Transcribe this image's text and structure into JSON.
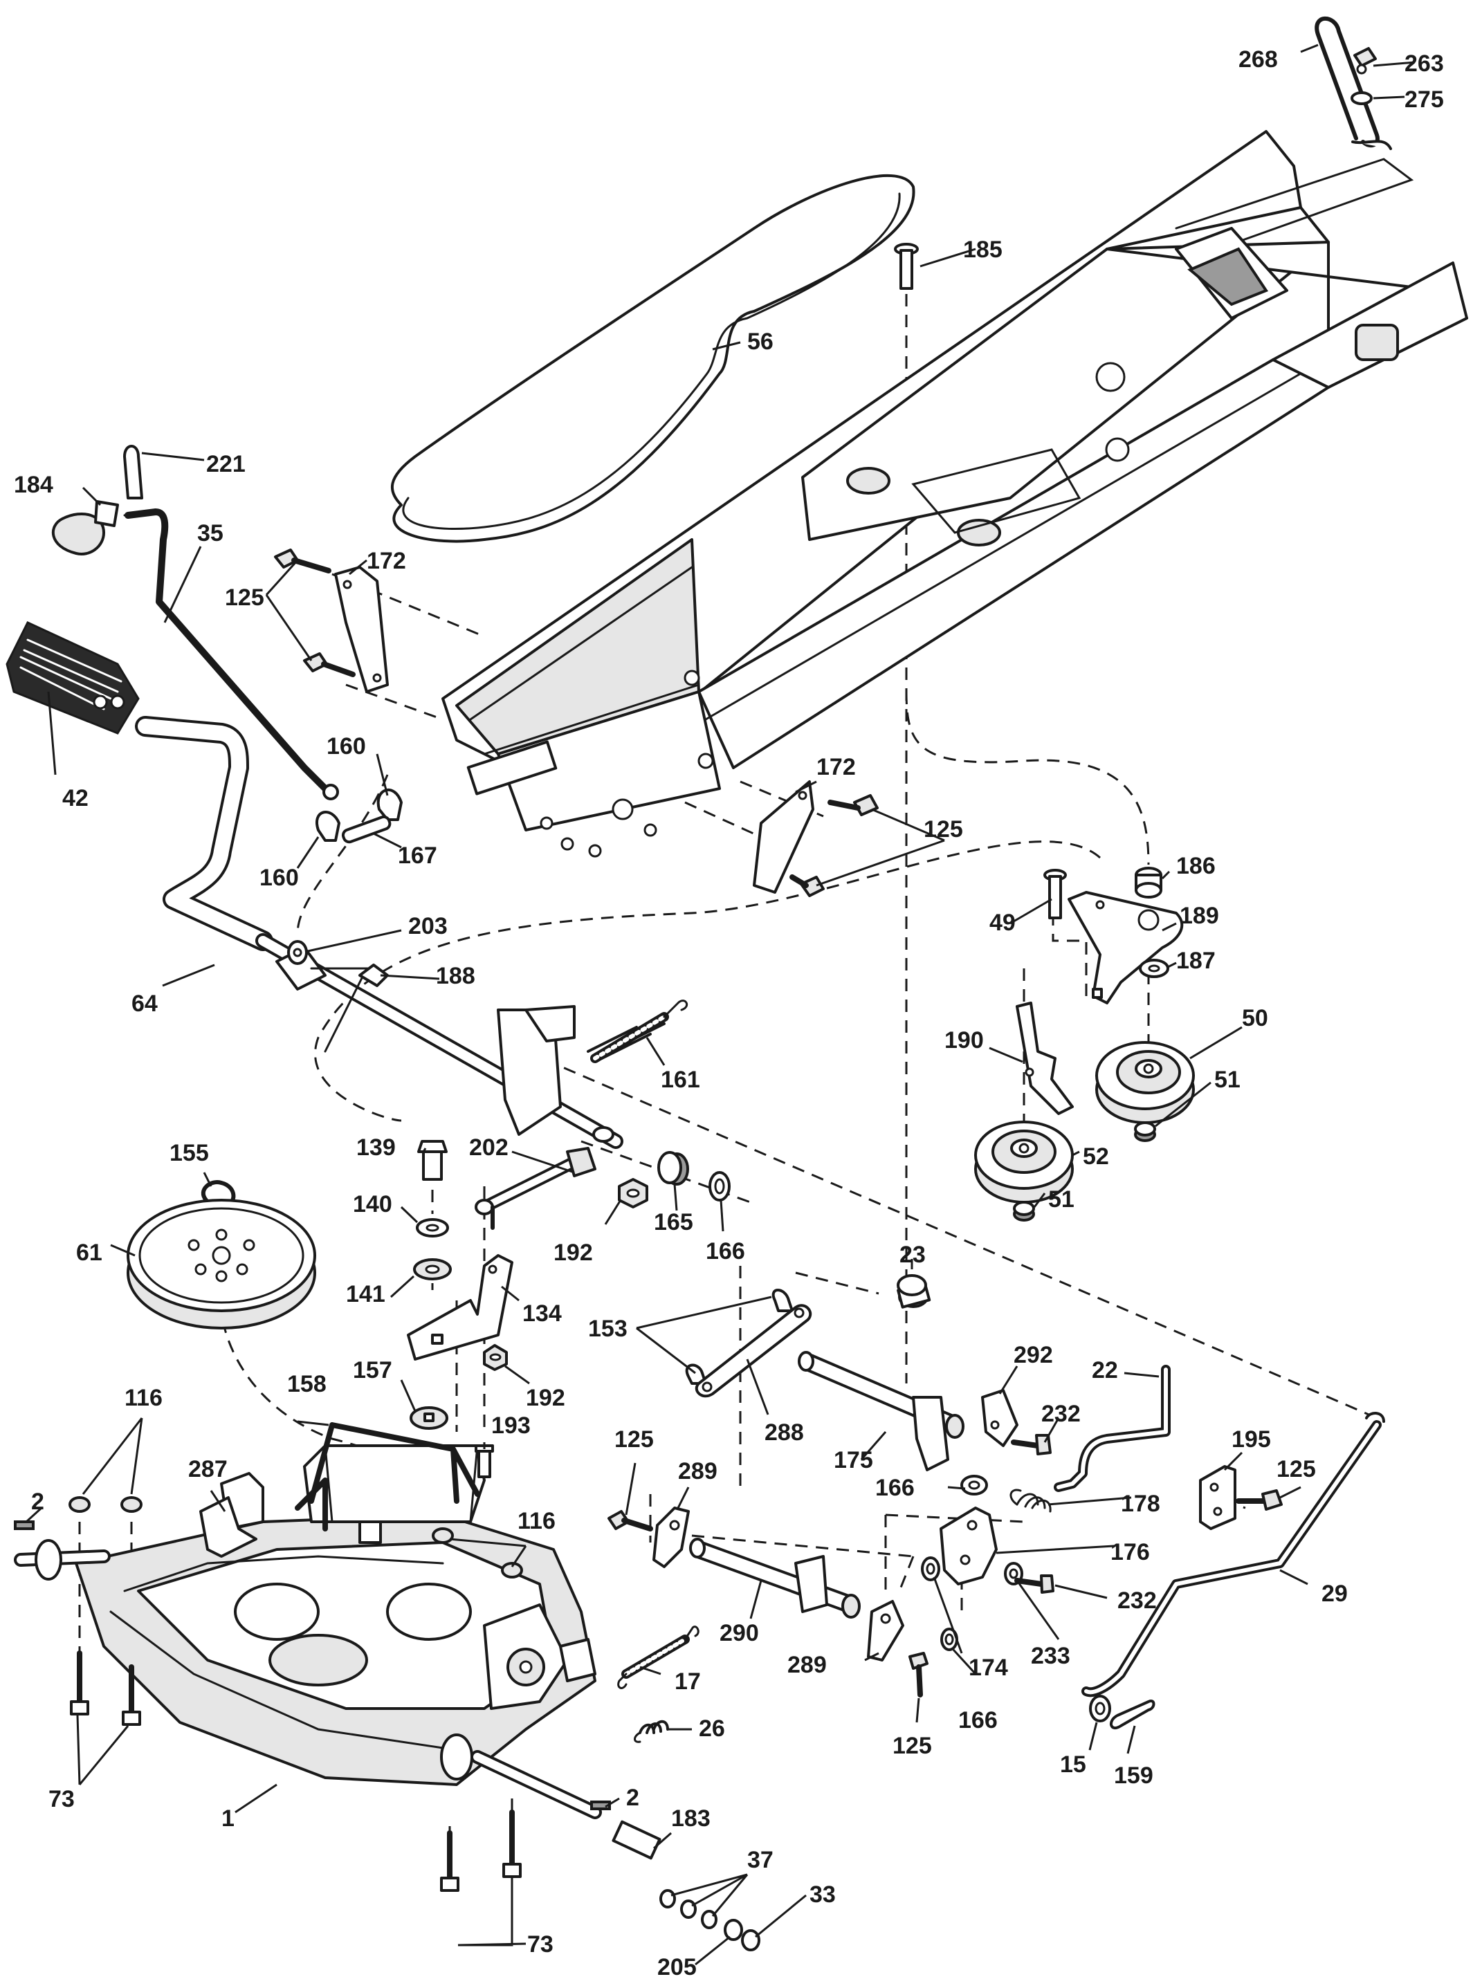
{
  "callouts": [
    {
      "id": "c268",
      "text": "268"
    },
    {
      "id": "c263",
      "text": "263"
    },
    {
      "id": "c275",
      "text": "275"
    },
    {
      "id": "c185",
      "text": "185"
    },
    {
      "id": "c56",
      "text": "56"
    },
    {
      "id": "c221",
      "text": "221"
    },
    {
      "id": "c184",
      "text": "184"
    },
    {
      "id": "c35",
      "text": "35"
    },
    {
      "id": "c172a",
      "text": "172"
    },
    {
      "id": "c125a",
      "text": "125"
    },
    {
      "id": "c42",
      "text": "42"
    },
    {
      "id": "c160a",
      "text": "160"
    },
    {
      "id": "c160b",
      "text": "160"
    },
    {
      "id": "c167",
      "text": "167"
    },
    {
      "id": "c172b",
      "text": "172"
    },
    {
      "id": "c125b",
      "text": "125"
    },
    {
      "id": "c186",
      "text": "186"
    },
    {
      "id": "c49",
      "text": "49"
    },
    {
      "id": "c189",
      "text": "189"
    },
    {
      "id": "c187",
      "text": "187"
    },
    {
      "id": "c203",
      "text": "203"
    },
    {
      "id": "c64",
      "text": "64"
    },
    {
      "id": "c188",
      "text": "188"
    },
    {
      "id": "c190",
      "text": "190"
    },
    {
      "id": "c50",
      "text": "50"
    },
    {
      "id": "c161",
      "text": "161"
    },
    {
      "id": "c51a",
      "text": "51"
    },
    {
      "id": "c52",
      "text": "52"
    },
    {
      "id": "c51b",
      "text": "51"
    },
    {
      "id": "c155",
      "text": "155"
    },
    {
      "id": "c139",
      "text": "139"
    },
    {
      "id": "c202",
      "text": "202"
    },
    {
      "id": "c140",
      "text": "140"
    },
    {
      "id": "c192a",
      "text": "192"
    },
    {
      "id": "c165",
      "text": "165"
    },
    {
      "id": "c166a",
      "text": "166"
    },
    {
      "id": "c61",
      "text": "61"
    },
    {
      "id": "c141",
      "text": "141"
    },
    {
      "id": "c134",
      "text": "134"
    },
    {
      "id": "c23",
      "text": "23"
    },
    {
      "id": "c153",
      "text": "153"
    },
    {
      "id": "c157",
      "text": "157"
    },
    {
      "id": "c192b",
      "text": "192"
    },
    {
      "id": "c292",
      "text": "292"
    },
    {
      "id": "c22",
      "text": "22"
    },
    {
      "id": "c158",
      "text": "158"
    },
    {
      "id": "c116a",
      "text": "116"
    },
    {
      "id": "c288",
      "text": "288"
    },
    {
      "id": "c232a",
      "text": "232"
    },
    {
      "id": "c193",
      "text": "193"
    },
    {
      "id": "c125c",
      "text": "125"
    },
    {
      "id": "c175",
      "text": "175"
    },
    {
      "id": "c195",
      "text": "195"
    },
    {
      "id": "c287",
      "text": "287"
    },
    {
      "id": "c289a",
      "text": "289"
    },
    {
      "id": "c166b",
      "text": "166"
    },
    {
      "id": "c125d",
      "text": "125"
    },
    {
      "id": "c178",
      "text": "178"
    },
    {
      "id": "c2a",
      "text": "2"
    },
    {
      "id": "c116b",
      "text": "116"
    },
    {
      "id": "c176",
      "text": "176"
    },
    {
      "id": "c29",
      "text": "29"
    },
    {
      "id": "c232b",
      "text": "232"
    },
    {
      "id": "c290",
      "text": "290"
    },
    {
      "id": "c174",
      "text": "174"
    },
    {
      "id": "c233",
      "text": "233"
    },
    {
      "id": "c289b",
      "text": "289"
    },
    {
      "id": "c17",
      "text": "17"
    },
    {
      "id": "c166c",
      "text": "166"
    },
    {
      "id": "c26",
      "text": "26"
    },
    {
      "id": "c125e",
      "text": "125"
    },
    {
      "id": "c15",
      "text": "15"
    },
    {
      "id": "c159",
      "text": "159"
    },
    {
      "id": "c73a",
      "text": "73"
    },
    {
      "id": "c2b",
      "text": "2"
    },
    {
      "id": "c1",
      "text": "1"
    },
    {
      "id": "c183",
      "text": "183"
    },
    {
      "id": "c37",
      "text": "37"
    },
    {
      "id": "c33",
      "text": "33"
    },
    {
      "id": "c73b",
      "text": "73"
    },
    {
      "id": "c205",
      "text": "205"
    }
  ]
}
